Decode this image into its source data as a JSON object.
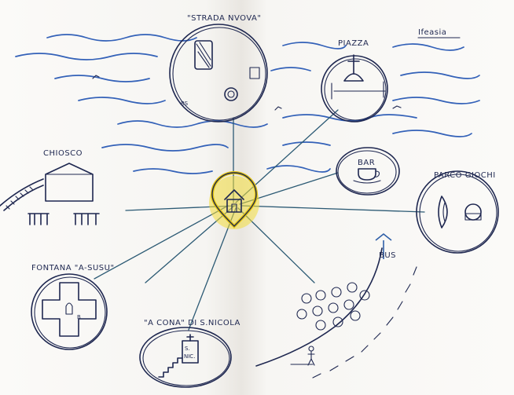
{
  "labels": {
    "strada_nova": "\"STRADA NVOVA\"",
    "piazza": "PIAZZA",
    "title": "Ifeasia",
    "chiosco": "CHIOSCO",
    "bar": "BAR",
    "parco_giochi": "PARCO GIOCHI",
    "fontana": "FONTANA \"A-SUSU\"",
    "a_cona": "\"A CONA\" DI S.NICOLA",
    "bus": "BUS",
    "cona_sign_line1": "S.",
    "cona_sign_line2": "NIC."
  },
  "colors": {
    "ink": "#1e2750",
    "water": "#3361b8",
    "highlight": "#f2dc3a",
    "bus_stop": "#2f5fa8"
  },
  "icons": {
    "center": "house-pin-icon",
    "church": "church-cross-icon",
    "cup": "coffee-cup-icon"
  }
}
